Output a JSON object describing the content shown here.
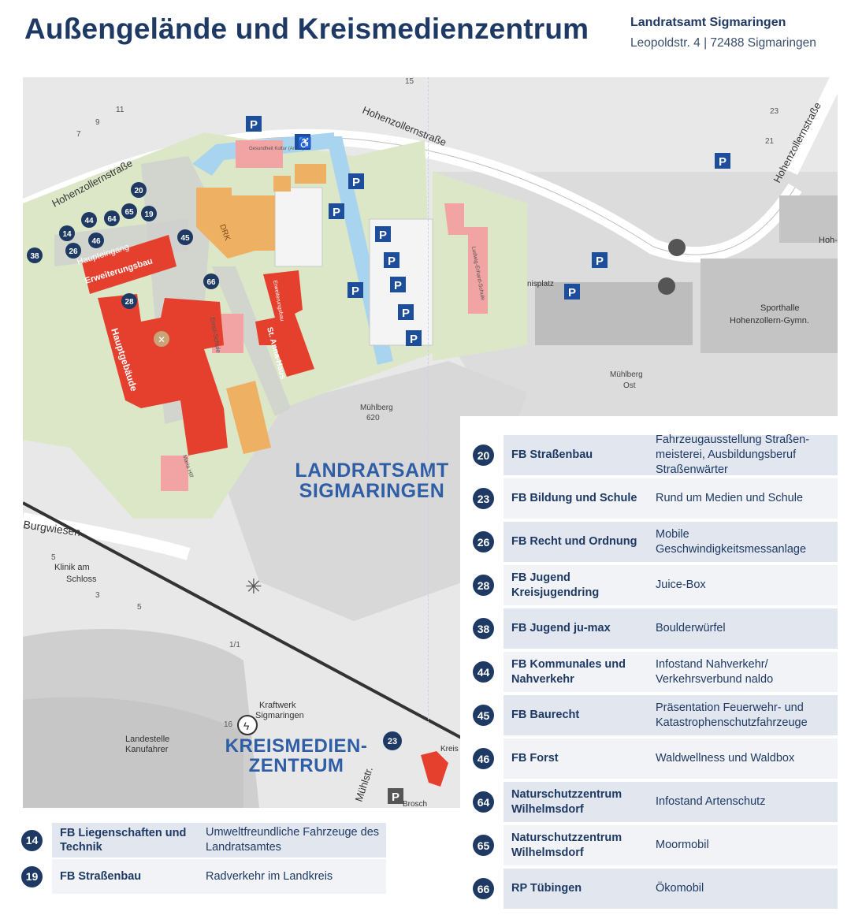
{
  "header": {
    "title": "Außengelände und Kreismedienzentrum",
    "org_name": "Landratsamt Sigmaringen",
    "org_address": "Leopoldstr. 4  |  72488 Sigmaringen"
  },
  "map": {
    "big_labels": {
      "landratsamt": "LANDRATSAMT SIGMARINGEN",
      "kreismedienzentrum": "KREISMEDIEN-ZENTRUM"
    },
    "street_labels": {
      "hohenzollern_1": "Hohenzollernstraße",
      "hohenzollern_2": "Hohenzollernstraße",
      "hohenzollern_3": "Hohenzollernstraße",
      "burgwiesen": "Burgwiesen",
      "muehlstr": "Mühlstr."
    },
    "building_labels": {
      "erweiterungsbau": "Erweiterungsbau",
      "hauptgebaeude": "Hauptgebäude",
      "haupteingang": "Haupteingang",
      "drk": "DRK",
      "st_anna": "St. Anna-Haus",
      "erweiterungsbau_2": "Erweiterungsbau",
      "ernst_schule": "Ernst-Schule",
      "maria_hilf": "Maria Hilf",
      "gesundheit": "Gesundheit Kultur (Arche)",
      "ludwig_erhard": "Ludwig-Erhard-Schule",
      "sporthalle": "Sporthalle",
      "hohenzollern_gym": "Hohenzollern-Gymn.",
      "hoh_gy": "Hoh-Gy",
      "muehlberg_ost_1": "Mühlberg",
      "muehlberg_ost_2": "Ost",
      "muehlberg_620_1": "Mühlberg",
      "muehlberg_620_2": "620",
      "klinik_1": "Klinik am",
      "klinik_2": "Schloss",
      "kraftwerk_1": "Kraftwerk",
      "kraftwerk_2": "Sigmaringen",
      "landestelle_1": "Landestelle",
      "landestelle_2": "Kanufahrer",
      "kreis": "Kreis",
      "brosch": "Brosch",
      "nisplatz": "nisplatz"
    },
    "house_numbers": [
      "11",
      "9",
      "7",
      "5",
      "3",
      "23",
      "21",
      "15",
      "1/1",
      "16",
      "5"
    ],
    "parking_label": "P",
    "markers": [
      "20",
      "44",
      "64",
      "65",
      "19",
      "14",
      "46",
      "45",
      "26",
      "38",
      "66",
      "28",
      "23"
    ],
    "colors": {
      "primary_building": "#e5402e",
      "secondary_building": "#eeb062",
      "pink_building": "#f2a3a3",
      "green_area": "#dce7c7",
      "water": "#a9d4ef",
      "parking_blue": "#1d4e9b",
      "marker_navy": "#1e3a64"
    }
  },
  "table_right": [
    {
      "num": "20",
      "dept": "FB Straßenbau",
      "activity": "Fahrzeugausstellung Straßen-meisterei, Ausbildungsberuf Straßenwärter"
    },
    {
      "num": "23",
      "dept": "FB Bildung und Schule",
      "activity": "Rund um Medien und Schule"
    },
    {
      "num": "26",
      "dept": "FB Recht und Ordnung",
      "activity": "Mobile Geschwindigkeitsmessanlage"
    },
    {
      "num": "28",
      "dept": "FB Jugend Kreisjugendring",
      "activity": "Juice-Box"
    },
    {
      "num": "38",
      "dept": "FB Jugend ju-max",
      "activity": "Boulderwürfel"
    },
    {
      "num": "44",
      "dept": "FB Kommunales und Nahverkehr",
      "activity": "Infostand Nahverkehr/ Verkehrsverbund naldo"
    },
    {
      "num": "45",
      "dept": "FB Baurecht",
      "activity": "Präsentation Feuerwehr- und Katastrophenschutzfahrzeuge"
    },
    {
      "num": "46",
      "dept": "FB Forst",
      "activity": "Waldwellness und Waldbox"
    },
    {
      "num": "64",
      "dept": "Naturschutzzentrum Wilhelmsdorf",
      "activity": "Infostand Artenschutz"
    },
    {
      "num": "65",
      "dept": "Naturschutzzentrum Wilhelmsdorf",
      "activity": "Moormobil"
    },
    {
      "num": "66",
      "dept": "RP Tübingen",
      "activity": "Ökomobil"
    }
  ],
  "table_left": [
    {
      "num": "14",
      "dept": "FB Liegenschaften und Technik",
      "activity": "Umweltfreundliche Fahrzeuge des Landratsamtes"
    },
    {
      "num": "19",
      "dept": "FB Straßenbau",
      "activity": "Radverkehr im Landkreis"
    }
  ]
}
